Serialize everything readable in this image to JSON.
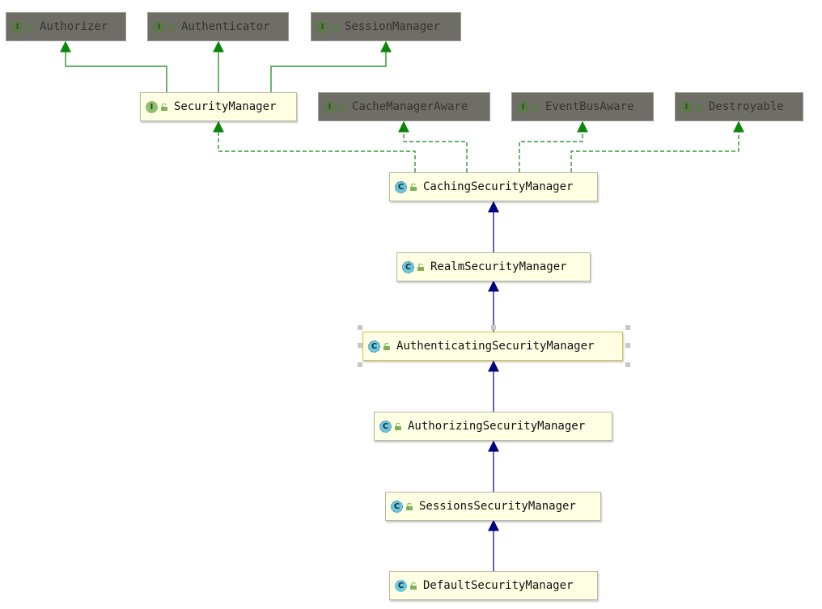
{
  "diagram": {
    "nodes": {
      "authorizer": {
        "label": "Authorizer",
        "kind": "interface"
      },
      "authenticator": {
        "label": "Authenticator",
        "kind": "interface"
      },
      "session_manager": {
        "label": "SessionManager",
        "kind": "interface"
      },
      "security_manager": {
        "label": "SecurityManager",
        "kind": "interface"
      },
      "cache_manager_aware": {
        "label": "CacheManagerAware",
        "kind": "interface"
      },
      "event_bus_aware": {
        "label": "EventBusAware",
        "kind": "interface"
      },
      "destroyable": {
        "label": "Destroyable",
        "kind": "interface"
      },
      "caching_security_manager": {
        "label": "CachingSecurityManager",
        "kind": "abstract-class"
      },
      "realm_security_manager": {
        "label": "RealmSecurityManager",
        "kind": "abstract-class"
      },
      "authenticating_security_manager": {
        "label": "AuthenticatingSecurityManager",
        "kind": "abstract-class",
        "selected": true
      },
      "authorizing_security_manager": {
        "label": "AuthorizingSecurityManager",
        "kind": "abstract-class"
      },
      "sessions_security_manager": {
        "label": "SessionsSecurityManager",
        "kind": "abstract-class"
      },
      "default_security_manager": {
        "label": "DefaultSecurityManager",
        "kind": "class"
      }
    },
    "badges": {
      "interface": "I",
      "class": "C"
    },
    "edges": [
      {
        "from": "security_manager",
        "to": "authorizer",
        "type": "interface-extends"
      },
      {
        "from": "security_manager",
        "to": "authenticator",
        "type": "interface-extends"
      },
      {
        "from": "security_manager",
        "to": "session_manager",
        "type": "interface-extends"
      },
      {
        "from": "caching_security_manager",
        "to": "security_manager",
        "type": "implements"
      },
      {
        "from": "caching_security_manager",
        "to": "cache_manager_aware",
        "type": "implements"
      },
      {
        "from": "caching_security_manager",
        "to": "event_bus_aware",
        "type": "implements"
      },
      {
        "from": "caching_security_manager",
        "to": "destroyable",
        "type": "implements"
      },
      {
        "from": "realm_security_manager",
        "to": "caching_security_manager",
        "type": "extends"
      },
      {
        "from": "authenticating_security_manager",
        "to": "realm_security_manager",
        "type": "extends"
      },
      {
        "from": "authorizing_security_manager",
        "to": "authenticating_security_manager",
        "type": "extends"
      },
      {
        "from": "sessions_security_manager",
        "to": "authorizing_security_manager",
        "type": "extends"
      },
      {
        "from": "default_security_manager",
        "to": "sessions_security_manager",
        "type": "extends"
      }
    ],
    "colors": {
      "interface_edge": "#0a870a",
      "class_edge": "#000080",
      "node_fill": "#ffffe4",
      "dim_node_fill": "#6f6e66",
      "selection_border": "#d8c045"
    }
  }
}
